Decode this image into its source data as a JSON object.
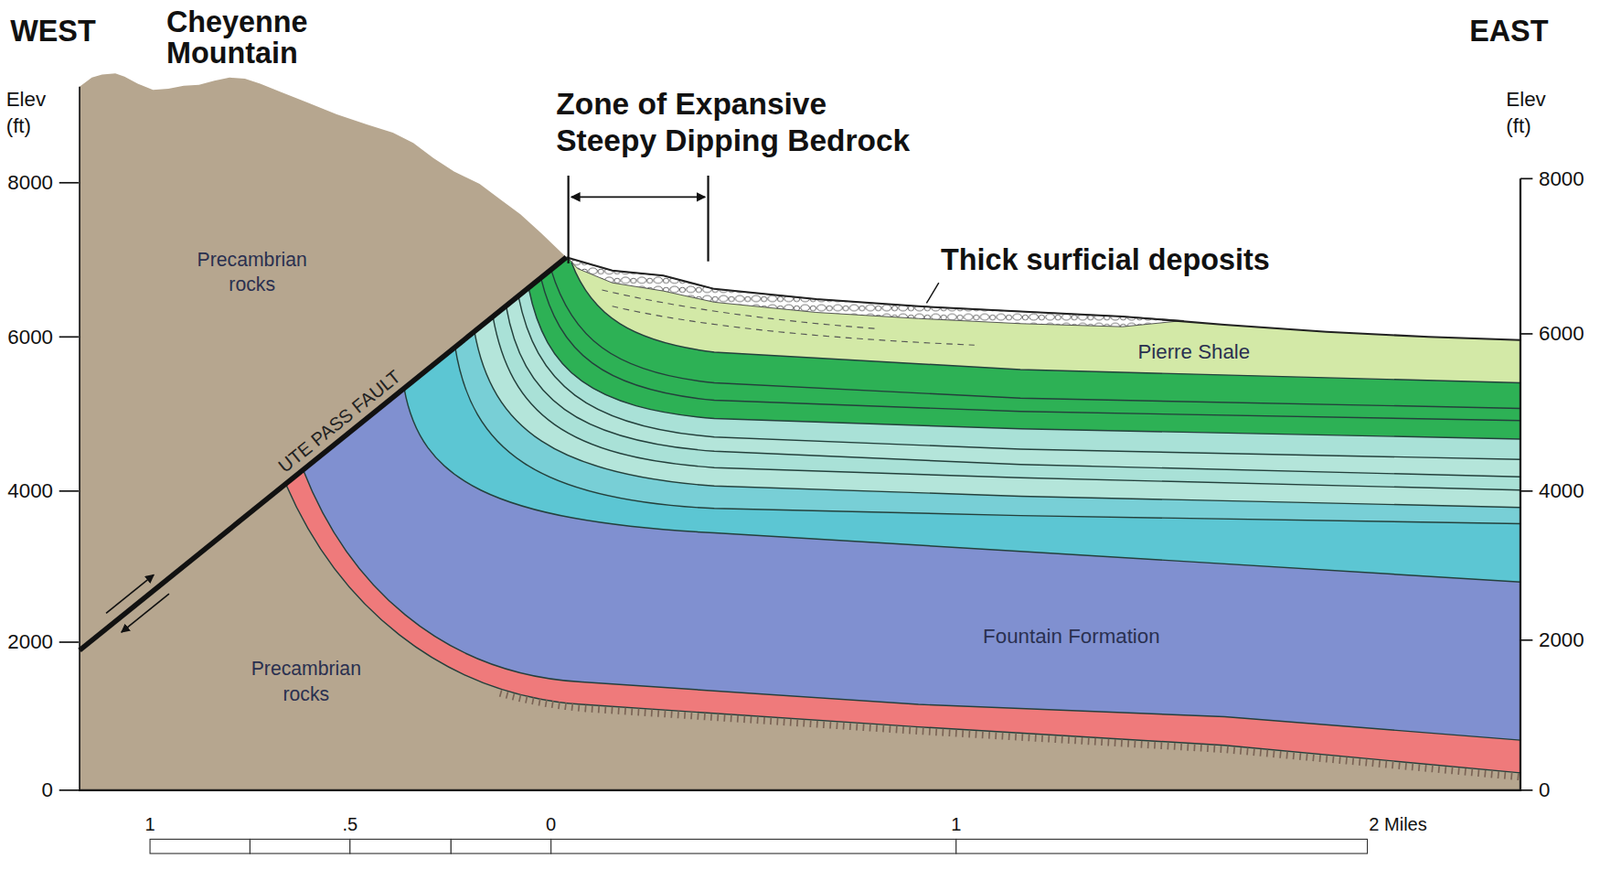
{
  "diagram": {
    "nodes": [
      {
        "text": [
          "Precambrian rocks"
        ]
      },
      {
        "text": [
          "Pierre Shale"
        ]
      },
      {
        "text": [
          "Fountain Formation"
        ]
      },
      {
        "text": [
          "Precambrian rocks"
        ]
      }
    ],
    "labels": [
      "WEST",
      "Cheyenne Mountain",
      "Elev (ft)",
      "8000",
      "6000",
      "4000",
      "2000",
      "0",
      "Zone of Expansive Steepy Dipping Bedrock",
      "EAST",
      "Elev (ft)",
      "8000",
      "6000",
      "4000",
      "2000",
      "0",
      "Thick surficial deposits",
      "UTE PASS FAULT",
      "1",
      ".5",
      "0",
      "1",
      "2 Miles"
    ]
  }
}
